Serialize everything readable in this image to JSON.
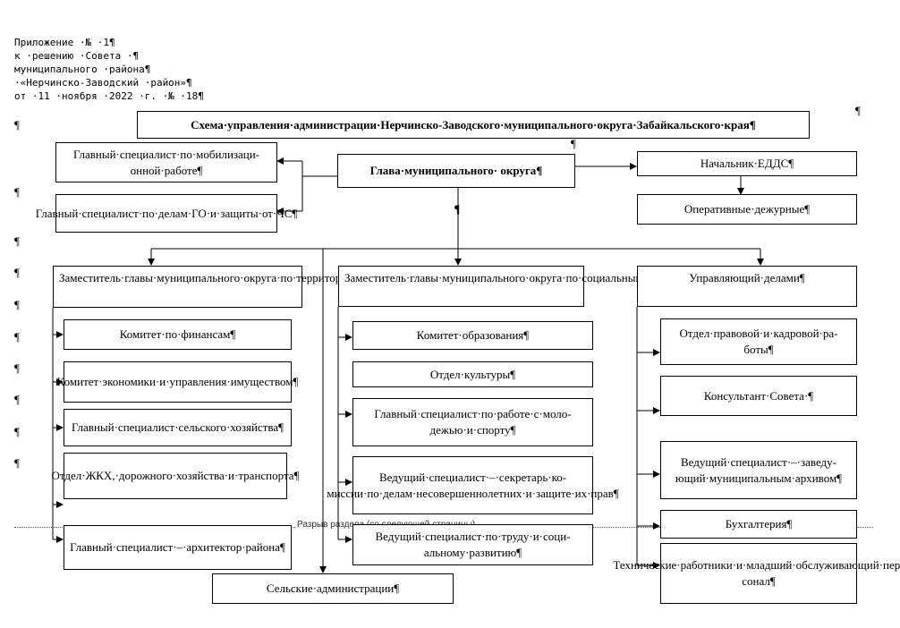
{
  "header": {
    "lines": [
      "Приложение ·№ ·1¶",
      "к ·решению ·Совета ·¶",
      "муниципального ·района¶",
      "·«Нерчинско-Заводский ·район»¶",
      "от ·11 ·ноября ·2022 ·г. ·№ ·18¶"
    ]
  },
  "title": "Схема·управления·администрации·Нерчинско-Заводского·муниципального·округа·Забайкальского·края¶",
  "head": "Глава·муниципального· округа¶",
  "left_top": [
    "Главный·специалист·по·мобилизаци-онной·работе¶",
    "Главный·специалист·по·делам·ГО·и·защиты·от·ЧС¶"
  ],
  "right_top": {
    "edds": "Начальник·ЕДДС¶",
    "duty": "Оперативные·дежурные¶"
  },
  "deputies": [
    "Заместитель·главы·муниципального·округа·по·территориальному·развитию¶",
    "Заместитель·главы·муниципального·округа·по·социальным·вопросам¶",
    "Управляющий·делами¶"
  ],
  "col1": [
    "Комитет·по·финансам¶",
    "Комитет·экономики·и·управления·имуществом¶",
    "Главный·специалист·сельского·хозяйства¶",
    "Отдел·ЖКХ,·дорожного·хозяйства·и·транспорта¶",
    "Главный·специалист·–·архитектор·района¶"
  ],
  "col2": [
    "Комитет·образования¶",
    "Отдел·культуры¶",
    "Главный·специалист·по·работе·с·моло-дежью·и·спорту¶",
    "Ведущий·специалист·–·секретарь·ко-миссии·по·делам·несовершеннолетних·и·защите·их·прав¶",
    "Ведущий·специалист·по·труду·и·соци-альному·развитию¶"
  ],
  "col3": [
    "Отдел·правовой·и·кадровой·ра-боты¶",
    "Консультант·Совета·¶",
    "Ведущий·специалист·–·заведу-ющий·муниципальным·архивом¶",
    "Бухгалтерия¶",
    "Технические·работники·и·младший·обслуживающий·пер-сонал¶"
  ],
  "rural": "Сельские·администрации¶",
  "section_break": "Разрыв раздела (со следующей страницы)",
  "pilcrow": "¶"
}
